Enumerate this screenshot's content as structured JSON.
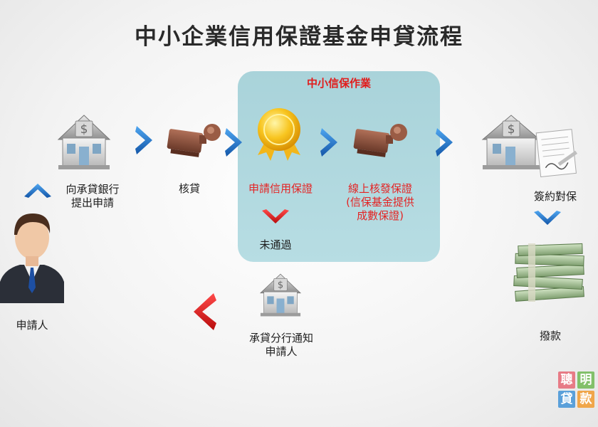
{
  "title": "中小企業信用保證基金申貸流程",
  "panel": {
    "title": "中小信保作業"
  },
  "nodes": {
    "bank_apply": "向承貸銀行\n提出申請",
    "review_loan": "核貸",
    "apply_guarantee": "申請信用保證",
    "online_issue": "線上核發保證\n(信保基金提供\n成數保證)",
    "sign_guarantee": "簽約對保",
    "disbursement": "撥款",
    "applicant": "申請人",
    "not_approved": "未通過",
    "branch_notify": "承貸分行通知\n申請人"
  },
  "logo": {
    "c1": "聰",
    "c2": "明",
    "c3": "貸",
    "c4": "款"
  },
  "colors": {
    "panel": "#b0d8de",
    "accent_red": "#e42424",
    "arrow_blue": "#1f6fc9",
    "logo_pink": "#e77b86",
    "logo_green": "#82c06a",
    "logo_blue": "#5aa0da",
    "logo_orange": "#f0a64a"
  }
}
